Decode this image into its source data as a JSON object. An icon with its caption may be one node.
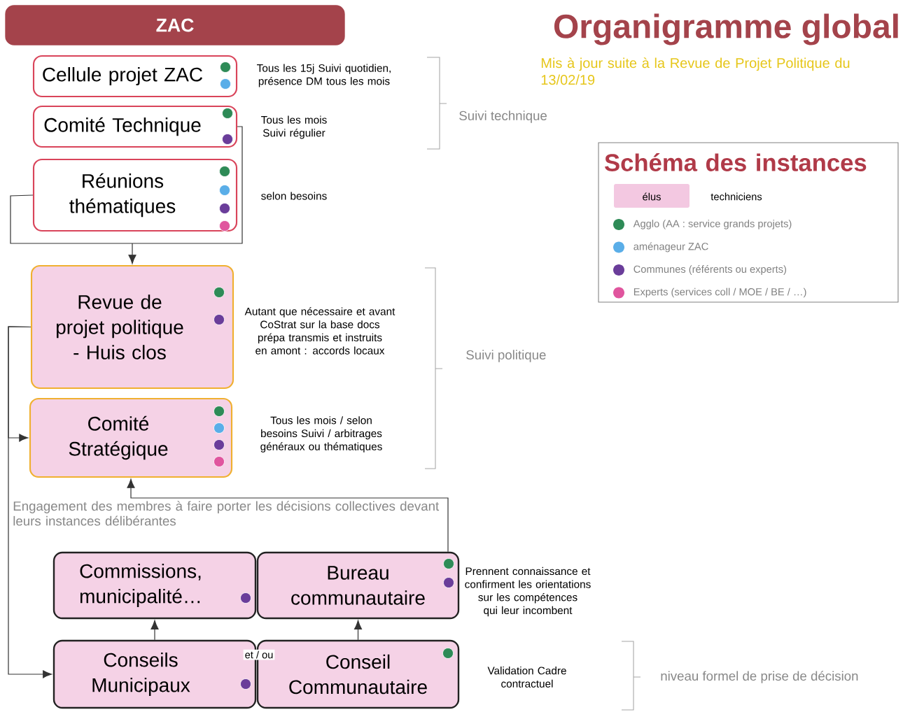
{
  "diagram": {
    "title": "Organigramme global",
    "nodes": [
      {
        "text": [
          "ZAC"
        ]
      },
      {
        "text": [
          "Cellule projet ZAC"
        ],
        "beside": [
          "Tous les 15j Suivi quotidien, présence DM tous les mois"
        ]
      },
      {
        "text": [
          "Comité Technique"
        ],
        "beside": [
          "Tous les mois Suivi régulier"
        ]
      },
      {
        "text": [
          "Réunions thématiques"
        ],
        "beside": [
          "selon besoins"
        ]
      },
      {
        "text": [
          "Revue de projet politique - Huis clos"
        ],
        "beside": [
          "Autant que nécessaire et avant CoStrat sur la base docs prépa transmis et instruits en amont : accords locaux"
        ]
      },
      {
        "text": [
          "Comité Stratégique"
        ],
        "beside": [
          "Tous les mois / selon besoins Suivi / arbitrages généraux ou thématiques"
        ]
      },
      {
        "text": [
          "Commissions, municipalité…"
        ]
      },
      {
        "text": [
          "Bureau communautaire"
        ],
        "beside": [
          "Prennent connaissance et confirment les orientations sur les compétences qui leur incombent"
        ]
      },
      {
        "text": [
          "Conseils Municipaux"
        ]
      },
      {
        "text": [
          "Conseil Communautaire"
        ],
        "beside": [
          "Validation Cadre contractuel"
        ]
      }
    ],
    "edges": [
      {
        "from": 2,
        "to": 4,
        "arrow": "to"
      },
      {
        "from": 3,
        "to": 4,
        "arrow": "to"
      },
      {
        "from": 4,
        "to": 5,
        "arrow": "to"
      },
      {
        "from": 4,
        "to": 8,
        "arrow": "to"
      },
      {
        "from": 7,
        "to": 5,
        "arrow": "to"
      },
      {
        "from": 8,
        "to": 6,
        "arrow": "to"
      },
      {
        "from": 9,
        "to": 7,
        "arrow": "to"
      }
    ],
    "labels": [
      "Mis à jour suite à la Revue de Projet Politique du 13/02/19",
      "Schéma des instances",
      "Suivi technique",
      "Suivi politique",
      "Engagement des membres à faire porter les décisions collectives devant leurs instances délibérantes",
      "et / ou",
      "niveau formel de prise de décision"
    ],
    "legend": [
      {
        "text": "élus",
        "color": "#f3c8e1"
      },
      {
        "text": "techniciens"
      },
      {
        "text": "Agglo (AA : service grands projets)",
        "color": "#2e8b57"
      },
      {
        "text": "aménageur ZAC",
        "color": "#5aaee8"
      },
      {
        "text": "Communes (référents ou experts)",
        "color": "#6a3d9a"
      },
      {
        "text": "Experts (services coll / MOE / BE / …)",
        "color": "#e0559e"
      }
    ]
  }
}
